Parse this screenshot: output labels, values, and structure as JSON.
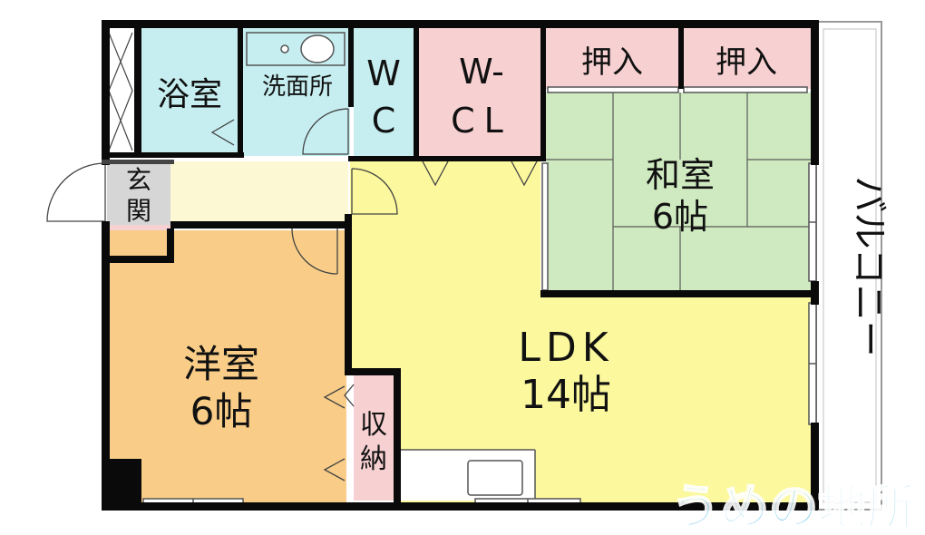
{
  "rooms": {
    "bath": "浴室",
    "washroom": "洗面所",
    "wc": [
      "W",
      "C"
    ],
    "wcl": [
      "W-",
      "CL"
    ],
    "oshiire": "押入",
    "washitsu": [
      "和室",
      "6帖"
    ],
    "balcony": "バルコニー",
    "entrance": [
      "玄",
      "関"
    ],
    "yoshitsu": [
      "洋室",
      "6帖"
    ],
    "ldk": [
      "LDK",
      "14帖"
    ],
    "storage": [
      "収",
      "納"
    ]
  },
  "watermark": "うめの地所",
  "colors": {
    "blue": "#c6eef0",
    "pink": "#f7d1d2",
    "green": "#cfeac0",
    "yellow": "#fbf89d",
    "orange": "#f9cd88",
    "gray": "#d6d6d6",
    "hall": "#fdf8d4",
    "wall": "#0a0a0a",
    "watermark": "#8fd4ef"
  }
}
